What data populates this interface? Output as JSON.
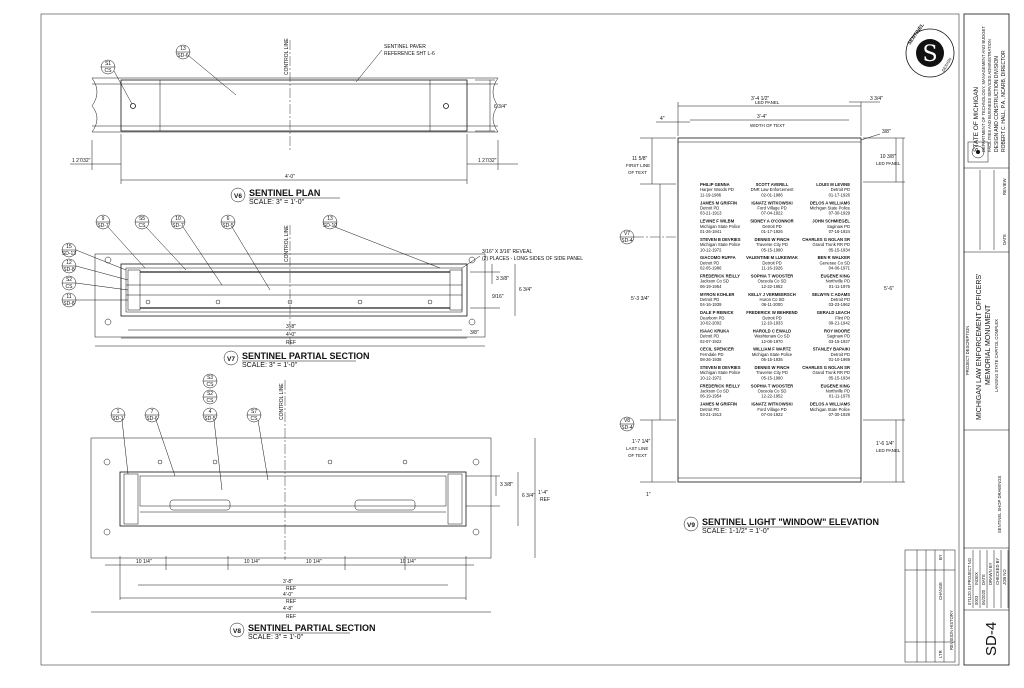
{
  "views": {
    "v6": {
      "num": "V6",
      "title": "SENTINEL PLAN",
      "scale": "SCALE: 3\" = 1'-0\""
    },
    "v7": {
      "num": "V7",
      "title": "SENTINEL PARTIAL SECTION",
      "scale": "SCALE: 3\" = 1'-0\""
    },
    "v8": {
      "num": "V8",
      "title": "SENTINEL PARTIAL SECTION",
      "scale": "SCALE: 3\" = 1'-0\""
    },
    "v9": {
      "num": "V9",
      "title": "SENTINEL LIGHT \"WINDOW\" ELEVATION",
      "scale": "SCALE: 1-1/2\" = 1'-0\""
    }
  },
  "labels": {
    "control_line": "CONTROL LINE",
    "paver_note_1": "SENTINEL PAVER",
    "paver_note_2": "REFERENCE SHT L-6",
    "reveal_1": "3/16\" X 3/16\" REVEAL",
    "reveal_2": "(2) PLACES - LONG SIDES OF SIDE PANEL",
    "led_panel": "LED PANEL",
    "width_of_text": "WIDTH OF TEXT",
    "first_line_1": "FIRST LINE",
    "first_line_2": "OF TEXT",
    "last_line_1": "LAST LINE",
    "last_line_2": "OF TEXT",
    "ref": "REF"
  },
  "dims": {
    "d_6_3_4": "6 3/4\"",
    "d_1_27_32": "1 27/32\"",
    "d_4_0": "4'-0\"",
    "d_3_8_in": "3 3/8\"",
    "d_9_16": "9/16\"",
    "d_3_8": "3/8\"",
    "d_3_8_ft": "3'-8\"",
    "d_4_0_ref": "4'-0\"",
    "d_4_8": "4'-8\"",
    "d_10_1_4": "10 1/4\"",
    "d_1_4": "1'-4\"",
    "d_3_4_1_2": "3'-4 1/2\"",
    "d_3_4": "3'-4\"",
    "d_3_3_4": "3 3/4\"",
    "d_4": "4\"",
    "d_11_5_8": "11 5/8\"",
    "d_10_3_8": "10 3/8\"",
    "d_5_3_3_4": "5'-3 3/4\"",
    "d_5_6": "5'-6\"",
    "d_1_7_1_4": "1'-7 1/4\"",
    "d_1_6_1_4": "1'-6 1/4\"",
    "d_1": "1\""
  },
  "callouts": {
    "s1": [
      "S1",
      "CS"
    ],
    "s13": [
      "13",
      "SD-6"
    ],
    "a9": [
      "9",
      "SD-7"
    ],
    "a8": [
      "S5",
      "CS"
    ],
    "a10": [
      "10",
      "SD-7"
    ],
    "a6": [
      "6",
      "SD-5"
    ],
    "a13b": [
      "13",
      "SD-10"
    ],
    "a15": [
      "15",
      "SD-13"
    ],
    "a12": [
      "12",
      "SD-8"
    ],
    "a52": [
      "S2",
      "CS"
    ],
    "a11": [
      "11",
      "SD-8"
    ],
    "b3": [
      "S3",
      "CS"
    ],
    "b2": [
      "S2",
      "CS"
    ],
    "b1": [
      "1",
      "SD-1"
    ],
    "b7": [
      "7",
      "SD-6"
    ],
    "b4": [
      "4",
      "SD-5"
    ],
    "b57": [
      "S7",
      "CS"
    ],
    "v7ref": [
      "V7",
      "SD-4"
    ],
    "v8ref": [
      "V8",
      "SD-4"
    ]
  },
  "names": [
    [
      "PHILIP GENNA",
      "Harper Woods PD",
      "11-19-1986",
      "SCOTT AVERILL",
      "DNR Law Enforcement",
      "02-01-1986",
      "LOUIS M LEVINE",
      "Detroit PD",
      "01-17-1926"
    ],
    [
      "JAMES M GRIFFIN",
      "Detroit PD",
      "03-21-1913",
      "IGNATZ WITKOWSKI",
      "Ford Village PD",
      "07-04-1922",
      "DELOS A WILLIAMS",
      "Michigan State Police",
      "07-30-1929"
    ],
    [
      "LEVINE F WILBM",
      "Michigan State Police",
      "01-26-1941",
      "SIDNEY A O'CONNOR",
      "Detroit PD",
      "01-17-1926",
      "JOHN SCHMIEGEL",
      "Saginaw PD",
      "07-16-1924"
    ],
    [
      "STEVEN B DEVRIES",
      "Michigan State Police",
      "10-12-1972",
      "DENNIS W FINCH",
      "Traverse City PD",
      "05-15-1990",
      "CHARLES G NOLAN SR",
      "Grand Trunk RR PD",
      "05-15-1934"
    ],
    [
      "GIACOMO RUFFA",
      "Detroit PD",
      "02-05-1986",
      "VALENTINE M LUKEWIAK",
      "Detroit PD",
      "11-16-1926",
      "BEN R WALKER",
      "Genesee Co SD",
      "04-06-1971"
    ],
    [
      "FREDERICK REILLY",
      "Jackson Co SD",
      "06-19-1954",
      "SOPHIA T WOOSTER",
      "Osceola Co SD",
      "12-22-1952",
      "EUGENE KING",
      "Northville PD",
      "01-11-1976"
    ],
    [
      "MYRON KOHLER",
      "Detroit PD",
      "04-16-1939",
      "KELLY J VERMEERSCH",
      "Huron Co SD",
      "06-11-2000",
      "SELWYN C ADAMS",
      "Detroit PD",
      "03-23-1962"
    ],
    [
      "DALE P REINICK",
      "Dearborn PD",
      "10-02-2002",
      "FREDERICK W BEHREND",
      "Detroit PD",
      "12-10-1933",
      "GERALD LEACH",
      "Flint PD",
      "09-21-1942"
    ],
    [
      "ISAAC KRUKA",
      "Detroit PD",
      "02-07-1922",
      "HAROLD C EWALD",
      "Washtenaw Co SD",
      "12-06-1970",
      "ROY MOORE",
      "Saginaw PD",
      "03-15-1927"
    ],
    [
      "CECIL SPENCER",
      "Ferndale PD",
      "08-26-1938",
      "WILLIAM F WARTZ",
      "Michigan State Police",
      "05-15-1935",
      "STANLEY BAPAIKI",
      "Detroit PD",
      "01-10-1969"
    ],
    [
      "STEVEN B DEVRIES",
      "Michigan State Police",
      "10-12-1972",
      "DENNIS W FINCH",
      "Traverse City PD",
      "05-15-1990",
      "CHARLES G NOLAN SR",
      "Grand Trunk RR PD",
      "05-15-1934"
    ],
    [
      "FREDERICK REILLY",
      "Jackson Co SD",
      "06-19-1954",
      "SOPHIA T WOOSTER",
      "Osceola Co SD",
      "12-22-1952",
      "EUGENE KING",
      "Northville PD",
      "01-11-1976"
    ],
    [
      "JAMES M GRIFFIN",
      "Detroit PD",
      "03-21-1913",
      "IGNATZ WITKOWSKI",
      "Ford Village PD",
      "07-04-1922",
      "DELOS A WILLIAMS",
      "Michigan State Police",
      "07-30-1929"
    ]
  ],
  "title_block": {
    "state_1": "STATE OF MICHIGAN",
    "state_2": "DEPARTMENT OF TECHNOLOGY, MANAGEMENT AND BUDGET",
    "state_3": "FACILITIES AND BUSINESS SERVICES ADMINISTRATION",
    "state_4": "DESIGN AND CONSTRUCTION DIVISION",
    "state_5": "ROBERT C. HALL, P.A., NCARB, DIRECTOR",
    "review": "REVIEW",
    "date": "DATE",
    "project_desc": "PROJECT DESCRIPTION",
    "project_1": "MICHIGAN LAW ENFORCEMENT OFFICERS'",
    "project_2": "MEMORIAL MONUMENT",
    "project_3": "LANSING STATE CAPITOL COMPLEX",
    "drawing_desc": "SENTINEL SHOP DRAWINGS",
    "sheet_no": "SD-4",
    "info_labels": [
      "PROJECT NO",
      "INDEX",
      "DATE",
      "DRAWN BY",
      "CHECKED BY",
      "JOB NO"
    ],
    "info_values": [
      "071120.01",
      "0003",
      "06/2020",
      "",
      "",
      ""
    ],
    "revisions": "REVISION HISTORY",
    "change": "CHANGE",
    "by": "BY",
    "ltr": "LTR"
  },
  "logo": {
    "letter": "S",
    "ring": "SENTINEL",
    "sub": "DESIGN"
  }
}
